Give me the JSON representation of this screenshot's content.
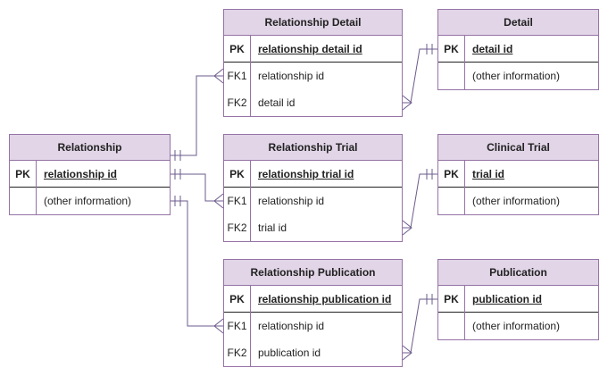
{
  "entities": {
    "relationship": {
      "title": "Relationship",
      "rows": [
        {
          "key": "PK",
          "field": "relationship id"
        },
        {
          "key": "",
          "field": "(other information)"
        }
      ]
    },
    "relationship_detail": {
      "title": "Relationship Detail",
      "rows": [
        {
          "key": "PK",
          "field": "relationship detail id"
        },
        {
          "key": "FK1",
          "field": "relationship id"
        },
        {
          "key": "FK2",
          "field": "detail id"
        }
      ]
    },
    "detail": {
      "title": "Detail",
      "rows": [
        {
          "key": "PK",
          "field": "detail id"
        },
        {
          "key": "",
          "field": "(other information)"
        }
      ]
    },
    "relationship_trial": {
      "title": "Relationship Trial",
      "rows": [
        {
          "key": "PK",
          "field": "relationship trial id"
        },
        {
          "key": "FK1",
          "field": "relationship id"
        },
        {
          "key": "FK2",
          "field": "trial id"
        }
      ]
    },
    "clinical_trial": {
      "title": "Clinical Trial",
      "rows": [
        {
          "key": "PK",
          "field": "trial id"
        },
        {
          "key": "",
          "field": "(other information)"
        }
      ]
    },
    "relationship_publication": {
      "title": "Relationship Publication",
      "rows": [
        {
          "key": "PK",
          "field": "relationship publication id"
        },
        {
          "key": "FK1",
          "field": "relationship id"
        },
        {
          "key": "FK2",
          "field": "publication id"
        }
      ]
    },
    "publication": {
      "title": "Publication",
      "rows": [
        {
          "key": "PK",
          "field": "publication id"
        },
        {
          "key": "",
          "field": "(other information)"
        }
      ]
    }
  },
  "colors": {
    "header_fill": "#e1d5e7",
    "border": "#9673a6",
    "connector": "#6b5b8c"
  }
}
